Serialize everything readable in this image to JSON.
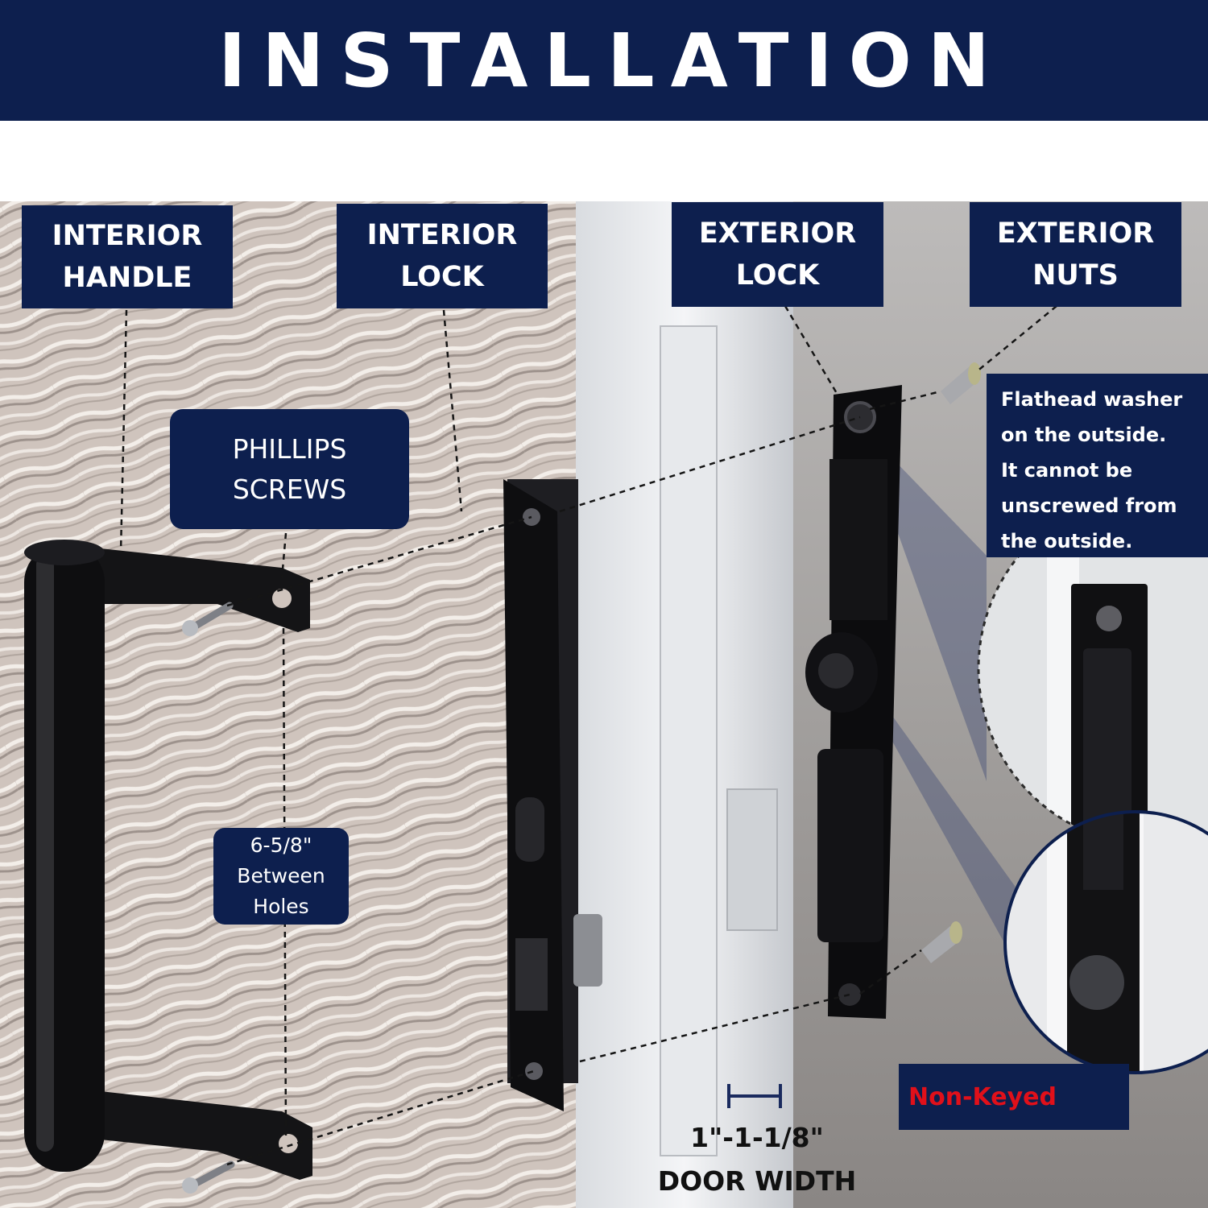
{
  "banner": {
    "title": "INSTALLATION"
  },
  "labels": {
    "interior_handle": [
      "INTERIOR",
      "HANDLE"
    ],
    "interior_lock": [
      "INTERIOR",
      "LOCK"
    ],
    "exterior_lock": [
      "EXTERIOR",
      "LOCK"
    ],
    "exterior_nuts": [
      "EXTERIOR",
      "NUTS"
    ],
    "phillips_screws": [
      "PHILLIPS",
      "SCREWS"
    ],
    "hole_spacing": [
      "6-5/8\"",
      "Between",
      "Holes"
    ]
  },
  "note": {
    "lines": [
      "Flathead washer",
      "on the outside.",
      "It cannot be",
      "unscrewed from",
      "the outside."
    ]
  },
  "badge": {
    "non_keyed": "Non-Keyed"
  },
  "door_width": {
    "lines": [
      "1\"-1-1/8\"",
      "DOOR WIDTH"
    ]
  },
  "colors": {
    "banner_bg": "#0d1f4e",
    "label_bg": "#0d1f4e",
    "label_text": "#ffffff",
    "accent_red": "#e0101a",
    "hardware": "#0e0e10"
  }
}
